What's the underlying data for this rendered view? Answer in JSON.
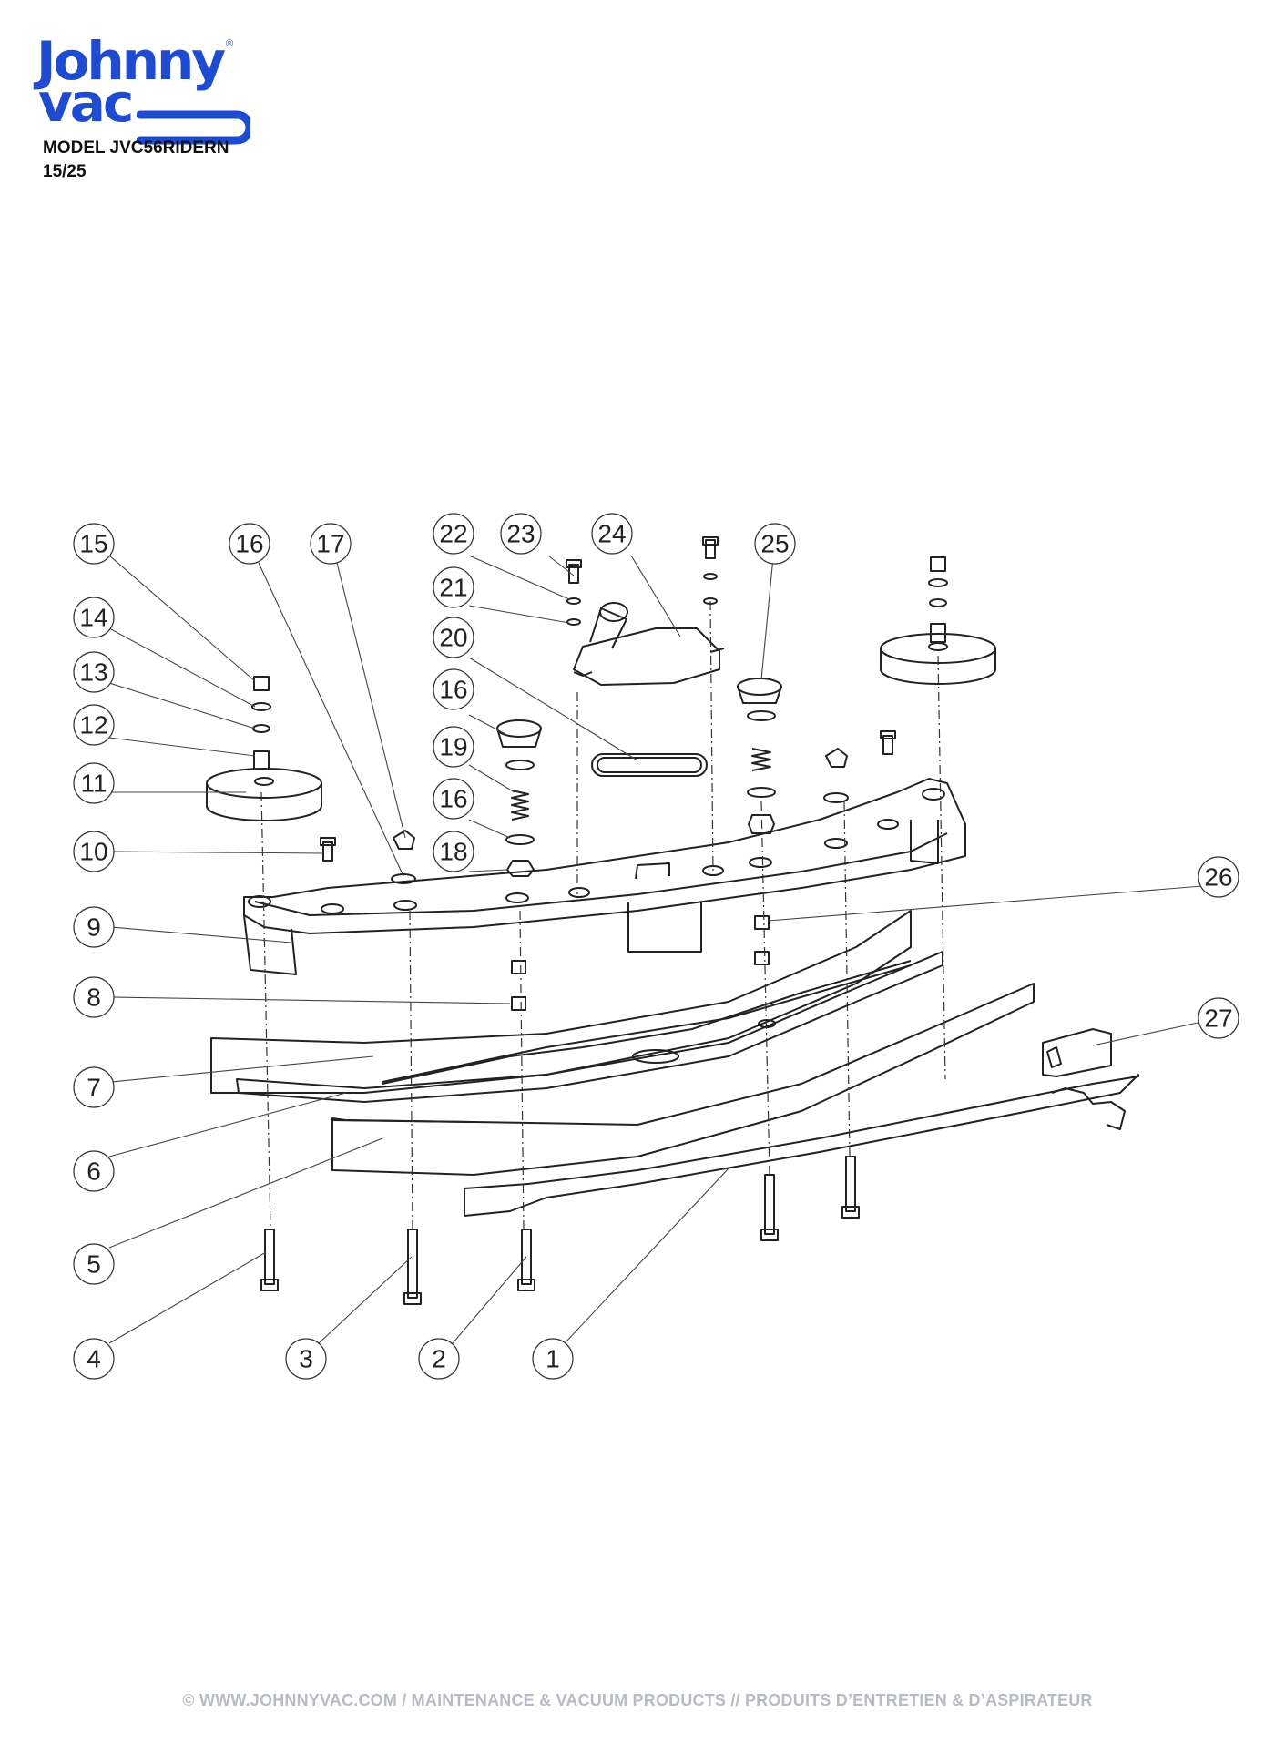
{
  "brand": {
    "line1": "Johnny",
    "line2": "vac",
    "registered": "®",
    "color": "#1f4bd1"
  },
  "header": {
    "model": "MODEL JVC56RIDERN",
    "page": "15/25"
  },
  "callouts": [
    "1",
    "2",
    "3",
    "4",
    "5",
    "6",
    "7",
    "8",
    "9",
    "10",
    "11",
    "12",
    "13",
    "14",
    "15",
    "16",
    "16",
    "16",
    "17",
    "18",
    "19",
    "20",
    "21",
    "22",
    "23",
    "24",
    "25",
    "26",
    "27"
  ],
  "footer": {
    "text": "© WWW.JOHNNYVAC.COM / MAINTENANCE & VACUUM PRODUCTS  //  PRODUITS D’ENTRETIEN & D’ASPIRATEUR"
  }
}
